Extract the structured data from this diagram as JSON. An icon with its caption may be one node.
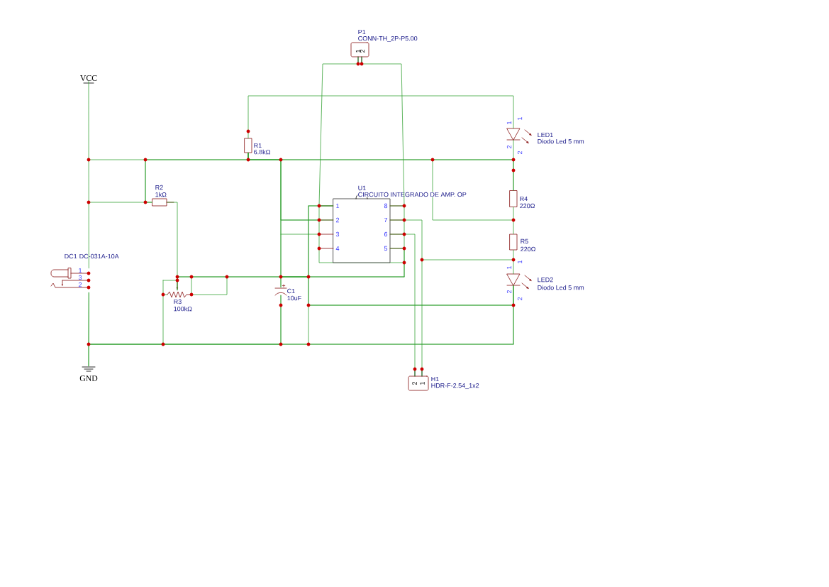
{
  "diagram": {
    "nodes": [
      {
        "text": [
          "VCC"
        ]
      },
      {
        "text": [
          "GND"
        ]
      },
      {
        "text": [
          "DC1",
          "DC-031A-10A"
        ]
      },
      {
        "text": [
          "R1",
          "6.8kΩ"
        ]
      },
      {
        "text": [
          "R2",
          "1kΩ"
        ]
      },
      {
        "text": [
          "R3",
          "100kΩ"
        ]
      },
      {
        "text": [
          "C1",
          "10uF"
        ]
      },
      {
        "text": [
          "U1",
          "CIRCUITO INTEGRADO DE AMP. OP"
        ]
      },
      {
        "text": [
          "P1",
          "CONN-TH_2P-P5.00"
        ]
      },
      {
        "text": [
          "LED1",
          "Diodo Led 5 mm"
        ]
      },
      {
        "text": [
          "R4",
          "220Ω"
        ]
      },
      {
        "text": [
          "R5",
          "220Ω"
        ]
      },
      {
        "text": [
          "LED2",
          "Diodo Led 5 mm"
        ]
      },
      {
        "text": [
          "H1",
          "HDR-F-2.54_1x2"
        ]
      }
    ],
    "edges": [
      {
        "from": 0,
        "to": 2,
        "arrow": "none"
      },
      {
        "from": 2,
        "to": 1,
        "arrow": "none"
      },
      {
        "from": 3,
        "to": 9,
        "arrow": "none"
      },
      {
        "from": 9,
        "to": 10,
        "arrow": "none"
      },
      {
        "from": 10,
        "to": 11,
        "arrow": "none"
      },
      {
        "from": 11,
        "to": 12,
        "arrow": "none"
      },
      {
        "from": 8,
        "to": 7,
        "arrow": "none"
      },
      {
        "from": 8,
        "to": 7,
        "arrow": "none"
      },
      {
        "from": 7,
        "to": 13,
        "arrow": "none"
      },
      {
        "from": 7,
        "to": 13,
        "arrow": "none"
      },
      {
        "from": 4,
        "to": 5,
        "arrow": "none"
      },
      {
        "from": 3,
        "to": 12,
        "arrow": "none"
      },
      {
        "from": 3,
        "to": 7,
        "arrow": "none"
      },
      {
        "from": 6,
        "to": 7,
        "arrow": "none"
      },
      {
        "from": 5,
        "to": 7,
        "arrow": "none"
      },
      {
        "from": 3,
        "to": 10,
        "arrow": "none"
      },
      {
        "from": 4,
        "to": 3,
        "arrow": "none"
      },
      {
        "from": 2,
        "to": 6,
        "arrow": "none"
      },
      {
        "from": 12,
        "to": 1,
        "arrow": "none"
      }
    ],
    "labels": [
      "1",
      "2",
      "1",
      "1",
      "2",
      "2",
      "1",
      "8",
      "2",
      "7",
      "3",
      "6",
      "4",
      "5",
      "1",
      "1",
      "2",
      "2",
      "1",
      "3",
      "2",
      "+",
      "2",
      "1"
    ]
  }
}
